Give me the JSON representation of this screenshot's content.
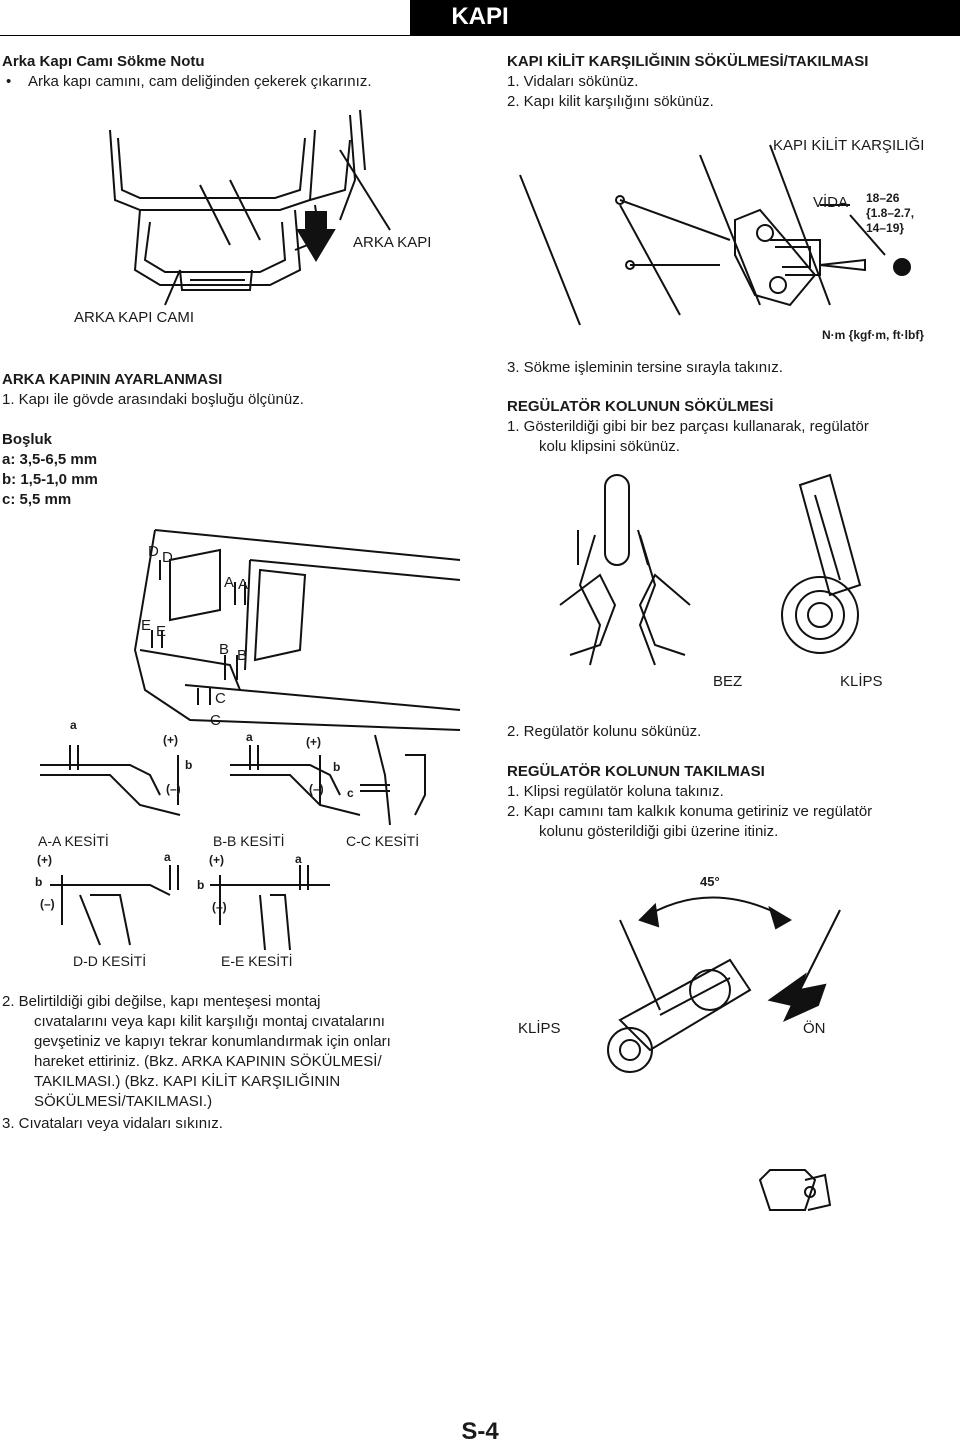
{
  "header": {
    "title": "KAPI"
  },
  "left": {
    "glass_note_title": "Arka Kapı Camı Sökme Notu",
    "glass_note_bullet": "Arka kapı camını, cam deliğinden çekerek çıkarınız.",
    "fig1_label_door": "ARKA KAPI",
    "fig1_label_glass": "ARKA KAPI CAMI",
    "adjust_title": "ARKA KAPININ AYARLANMASI",
    "adjust_step1": "1.  Kapı ile gövde arasındaki boşluğu ölçünüz.",
    "gap_title": "Boşluk",
    "gap_a": "a: 3,5-6,5 mm",
    "gap_b": "b: 1,5-1,0 mm",
    "gap_c": "c: 5,5 mm",
    "section_letters": [
      "D",
      "D",
      "A",
      "A",
      "E",
      "E",
      "B",
      "B",
      "C",
      "C"
    ],
    "sec_aa": "A-A KESİTİ",
    "sec_bb": "B-B KESİTİ",
    "sec_cc": "C-C KESİTİ",
    "sec_dd": "D-D KESİTİ",
    "sec_ee": "E-E KESİTİ",
    "mark_a": "a",
    "mark_b": "b",
    "mark_c": "c",
    "plus": "(+)",
    "minus": "(–)",
    "step2_lines": [
      "2.  Belirtildiği gibi değilse, kapı menteşesi montaj",
      "cıvatalarını veya kapı kilit karşılığı montaj cıvatalarını",
      "gevşetiniz ve kapıyı tekrar konumlandırmak için onları",
      "hareket ettiriniz. (Bkz. ARKA KAPININ SÖKÜLMESİ/",
      "TAKILMASI.) (Bkz. KAPI KİLİT KARŞILIĞININ",
      "SÖKÜLMESİ/TAKILMASI.)"
    ],
    "step3": "3.  Cıvataları veya vidaları sıkınız."
  },
  "right": {
    "striker_title": "KAPI KİLİT KARŞILIĞININ SÖKÜLMESİ/TAKILMASI",
    "striker_step1": "1.  Vidaları sökünüz.",
    "striker_step2": "2.  Kapı kilit karşılığını sökünüz.",
    "fig_striker_label": "KAPI KİLİT KARŞILIĞI",
    "fig_screw_label": "VİDA",
    "torque_1": "18–26",
    "torque_2": "{1.8–2.7,",
    "torque_3": "14–19}",
    "torque_unit": "N·m {kgf·m, ft·lbf}",
    "striker_step3": "3.  Sökme işleminin tersine sırayla takınız.",
    "removal_title": "REGÜLATÖR KOLUNUN SÖKÜLMESİ",
    "removal_step1_line1": "1.  Gösterildiği gibi bir bez parçası kullanarak, regülatör",
    "removal_step1_line2": "kolu klipsini sökünüz.",
    "fig_cloth_label": "BEZ",
    "fig_clip_label": "KLİPS",
    "removal_step2": "2.  Regülatör kolunu sökünüz.",
    "install_title": "REGÜLATÖR KOLUNUN TAKILMASI",
    "install_step1": "1.  Klipsi regülatör koluna takınız.",
    "install_step2_line1": "2.  Kapı camını tam kalkık konuma getiriniz ve regülatör",
    "install_step2_line2": "kolunu gösterildiği gibi üzerine itiniz.",
    "fig_angle_label": "45°",
    "fig_clip_label2": "KLİPS",
    "fig_front_label": "ÖN"
  },
  "footer": {
    "page_number": "S-4"
  }
}
